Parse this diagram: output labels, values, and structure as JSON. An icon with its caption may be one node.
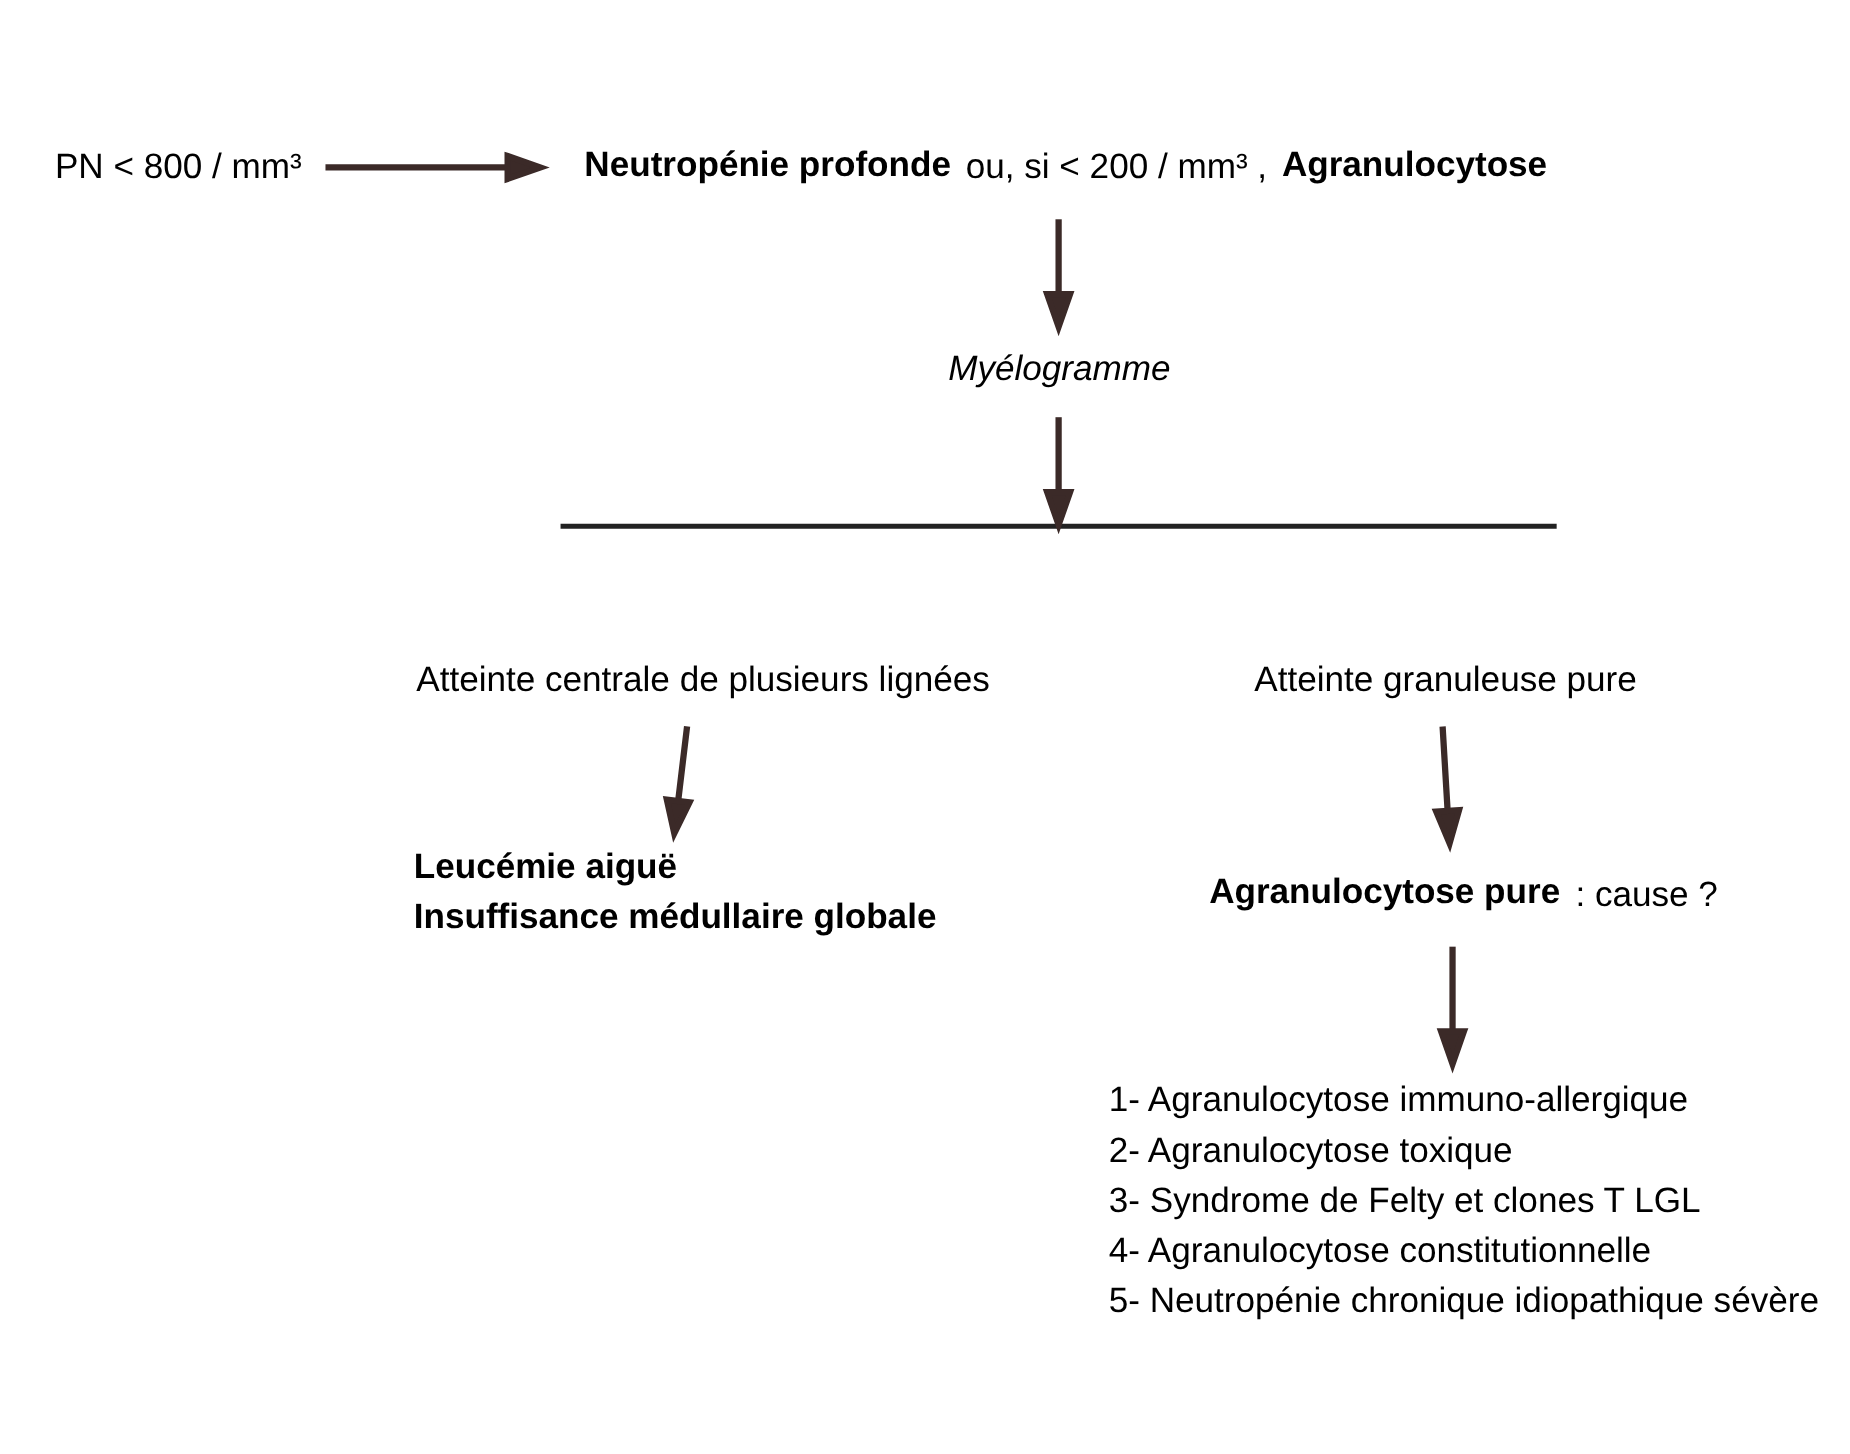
{
  "diagram": {
    "nodes": [
      {
        "text": [
          "PN < 800 / mm³"
        ]
      },
      {
        "text": [
          "**Neutropénie profonde** ou, si < 200 / mm³ , **Agranulocytose**"
        ]
      },
      {
        "text": [
          "Myélogramme"
        ]
      },
      {
        "text": [],
        "shape": "bar"
      },
      {
        "text": [
          "Atteinte centrale de plusieurs lignées"
        ]
      },
      {
        "text": [
          "Atteinte granuleuse pure"
        ]
      },
      {
        "text": [
          "Leucémie aiguë",
          "Insuffisance médullaire globale"
        ]
      },
      {
        "text": [
          "**Agranulocytose pure** : cause ?"
        ]
      },
      {
        "text": [
          "1- Agranulocytose immuno-allergique",
          "2- Agranulocytose toxique",
          "3- Syndrome de Felty et clones T LGL",
          "4- Agranulocytose constitutionnelle",
          "5- Neutropénie chronique idiopathique sévère"
        ]
      }
    ],
    "edges": [
      {
        "from": 0,
        "to": 1,
        "arrow": "to"
      },
      {
        "from": 1,
        "to": 2,
        "arrow": "to"
      },
      {
        "from": 2,
        "to": 3,
        "arrow": "to"
      },
      {
        "from": 4,
        "to": 6,
        "arrow": "to"
      },
      {
        "from": 5,
        "to": 7,
        "arrow": "to"
      },
      {
        "from": 7,
        "to": 8,
        "arrow": "to"
      }
    ]
  }
}
